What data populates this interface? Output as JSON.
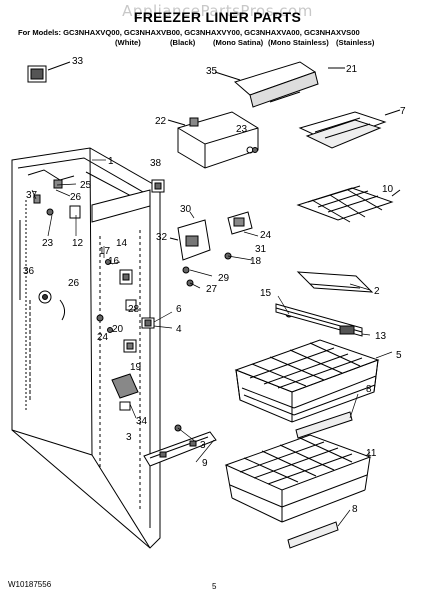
{
  "watermark": "AppliancePartsPros.com",
  "title": "FREEZER LINER PARTS",
  "models_line": "For Models: GC3NHAXVQ00, GC3NHAXVB00, GC3NHAXVY00, GC3NHAXVA00, GC3NHAXVS00",
  "colors": [
    "(White)",
    "(Black)",
    "(Mono Satina)",
    "(Mono Stainless)",
    "(Stainless)"
  ],
  "part_labels": [
    "33",
    "35",
    "21",
    "1",
    "7",
    "22",
    "23",
    "38",
    "25",
    "37",
    "10",
    "26",
    "30",
    "24",
    "23",
    "12",
    "32",
    "14",
    "17",
    "16",
    "31",
    "18",
    "29",
    "27",
    "36",
    "15",
    "2",
    "26",
    "28",
    "6",
    "20",
    "24",
    "4",
    "13",
    "19",
    "5",
    "8",
    "34",
    "3",
    "3",
    "9",
    "11",
    "8"
  ],
  "doc_number": "W10187556",
  "page_number": "5"
}
